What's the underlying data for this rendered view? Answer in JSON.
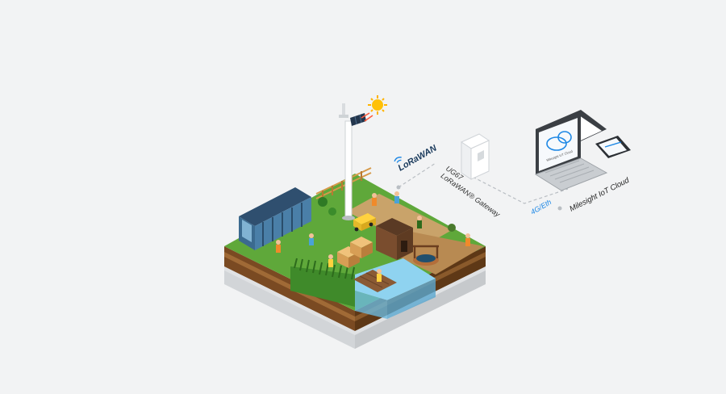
{
  "labels": {
    "lorawan_logo": "LoRaWAN",
    "gateway_model": "UG67",
    "gateway_name": "LoRaWAN® Gateway",
    "link": "4G/Eth",
    "cloud": "Milesight IoT Cloud",
    "screen_cloud": "Milesight IoT Cloud"
  },
  "colors": {
    "background": "#f2f3f4",
    "grass": "#5fa83a",
    "soil": "#8b5a2b",
    "water": "#8fd3f0",
    "accent_blue": "#1e88e5",
    "sun": "#ffc107"
  },
  "icons": [
    "sun-icon",
    "wifi-signal-icon",
    "cloud-icon",
    "solar-panel-icon"
  ]
}
